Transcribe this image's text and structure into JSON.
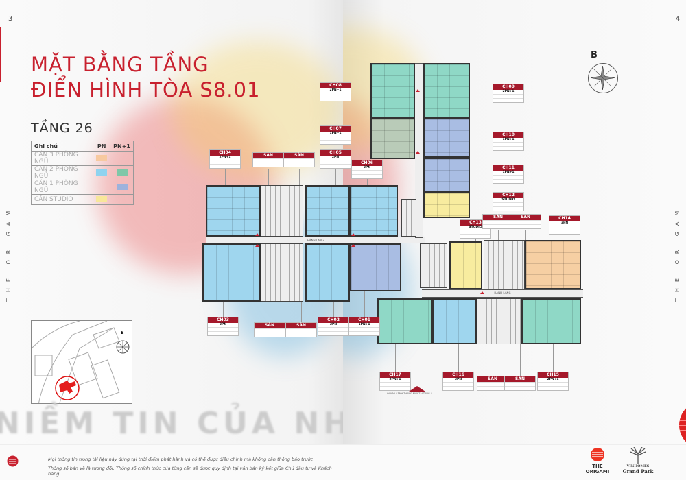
{
  "left_page": {
    "page_number": "3",
    "side_text": "THE ORIGAMI",
    "title_line1": "MẶT BẰNG TẦNG",
    "title_line2": "ĐIỂN HÌNH TÒA S8.01",
    "floor": "TẦNG 26",
    "legend": {
      "headers": [
        "Ghi chú",
        "PN",
        "PN+1"
      ],
      "rows": [
        {
          "label": "CĂN 3 PHÒNG NGỦ",
          "pn_color": "#f7c9a0",
          "pn1_color": null
        },
        {
          "label": "CĂN 2 PHÒNG NGỦ",
          "pn_color": "#8fd3ef",
          "pn1_color": "#7fc7a8"
        },
        {
          "label": "CĂN 1 PHÒNG NGỦ",
          "pn_color": null,
          "pn1_color": "#9db2dc"
        },
        {
          "label": "CĂN STUDIO",
          "pn_color": "#f8e79a",
          "pn1_color": null
        }
      ]
    },
    "minimap_compass": "B",
    "banner_text": "NIỀM TIN CỦA NHÀ ĐẦU TƯ",
    "disclaimer1": "Mọi thông tin trong tài liệu này đúng tại thời điểm phát hành và có thể được điều chỉnh mà không cần thông báo trước",
    "disclaimer2": "Thông số bản vẽ là tương đối. Thông số chính thức của từng căn sẽ được quy định tại văn bản ký kết giữa Chủ đầu tư và Khách hàng"
  },
  "right_page": {
    "page_number": "4",
    "side_text": "THE ORIGAMI",
    "compass": "B",
    "corridor_label": "HÀNH LANG",
    "entrance_note": "LỐI VÀO SẢNH THANG MÁY TẠI TẦNG 1",
    "logos": {
      "origami": "THE ORIGAMI",
      "vinhomes_line1": "VINHOMES",
      "vinhomes_line2": "Grand Park"
    }
  },
  "colors": {
    "accent": "#c8202e",
    "teal": "#8fd8c6",
    "blue": "#9fd6ee",
    "slate": "#a9bde3",
    "yellow": "#f8ec9f",
    "orange": "#f6cfa3"
  },
  "units": [
    {
      "name": "CH04",
      "type": "2PN+1"
    },
    {
      "name": "SÀN",
      "type": ""
    },
    {
      "name": "SÀN",
      "type": ""
    },
    {
      "name": "CH05",
      "type": "2PN"
    },
    {
      "name": "CH06",
      "type": "2PN"
    },
    {
      "name": "CH08",
      "type": "2PN+1"
    },
    {
      "name": "CH07",
      "type": "1PN+1"
    },
    {
      "name": "CH09",
      "type": "2PN+1"
    },
    {
      "name": "CH10",
      "type": "1PN+1"
    },
    {
      "name": "CH11",
      "type": "1PN+1"
    },
    {
      "name": "CH12",
      "type": "STUDIO"
    },
    {
      "name": "CH13",
      "type": "STUDIO"
    },
    {
      "name": "SÀN",
      "type": ""
    },
    {
      "name": "SÀN",
      "type": ""
    },
    {
      "name": "CH14",
      "type": "3PN"
    },
    {
      "name": "CH03",
      "type": "2PN"
    },
    {
      "name": "SÀN",
      "type": ""
    },
    {
      "name": "SÀN",
      "type": ""
    },
    {
      "name": "CH02",
      "type": "2PN"
    },
    {
      "name": "CH01",
      "type": "1PN+1"
    },
    {
      "name": "CH17",
      "type": "2PN+1"
    },
    {
      "name": "CH16",
      "type": "2PN"
    },
    {
      "name": "SÀN",
      "type": ""
    },
    {
      "name": "SÀN",
      "type": ""
    },
    {
      "name": "CH15",
      "type": "2PN+1"
    }
  ]
}
